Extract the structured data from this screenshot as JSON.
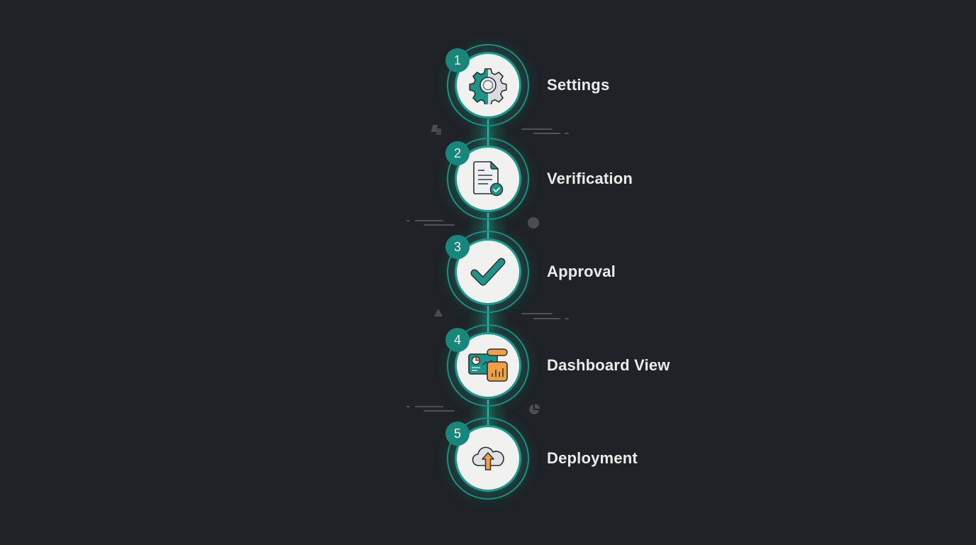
{
  "diagram": {
    "type": "vertical-stepper",
    "colors": {
      "background": "#1f2226",
      "accent_teal": "#1a9a8a",
      "badge_teal": "#17877c",
      "connector": "#2cc4ad",
      "accent_orange": "#f0a040",
      "disc_fill": "#f1f1ef",
      "label_text": "#ebebea"
    },
    "steps": [
      {
        "number": "1",
        "label": "Settings",
        "icon": "gear-icon"
      },
      {
        "number": "2",
        "label": "Verification",
        "icon": "document-check-icon"
      },
      {
        "number": "3",
        "label": "Approval",
        "icon": "checkmark-icon"
      },
      {
        "number": "4",
        "label": "Dashboard View",
        "icon": "dashboard-icon"
      },
      {
        "number": "5",
        "label": "Deployment",
        "icon": "cloud-upload-icon"
      }
    ]
  }
}
